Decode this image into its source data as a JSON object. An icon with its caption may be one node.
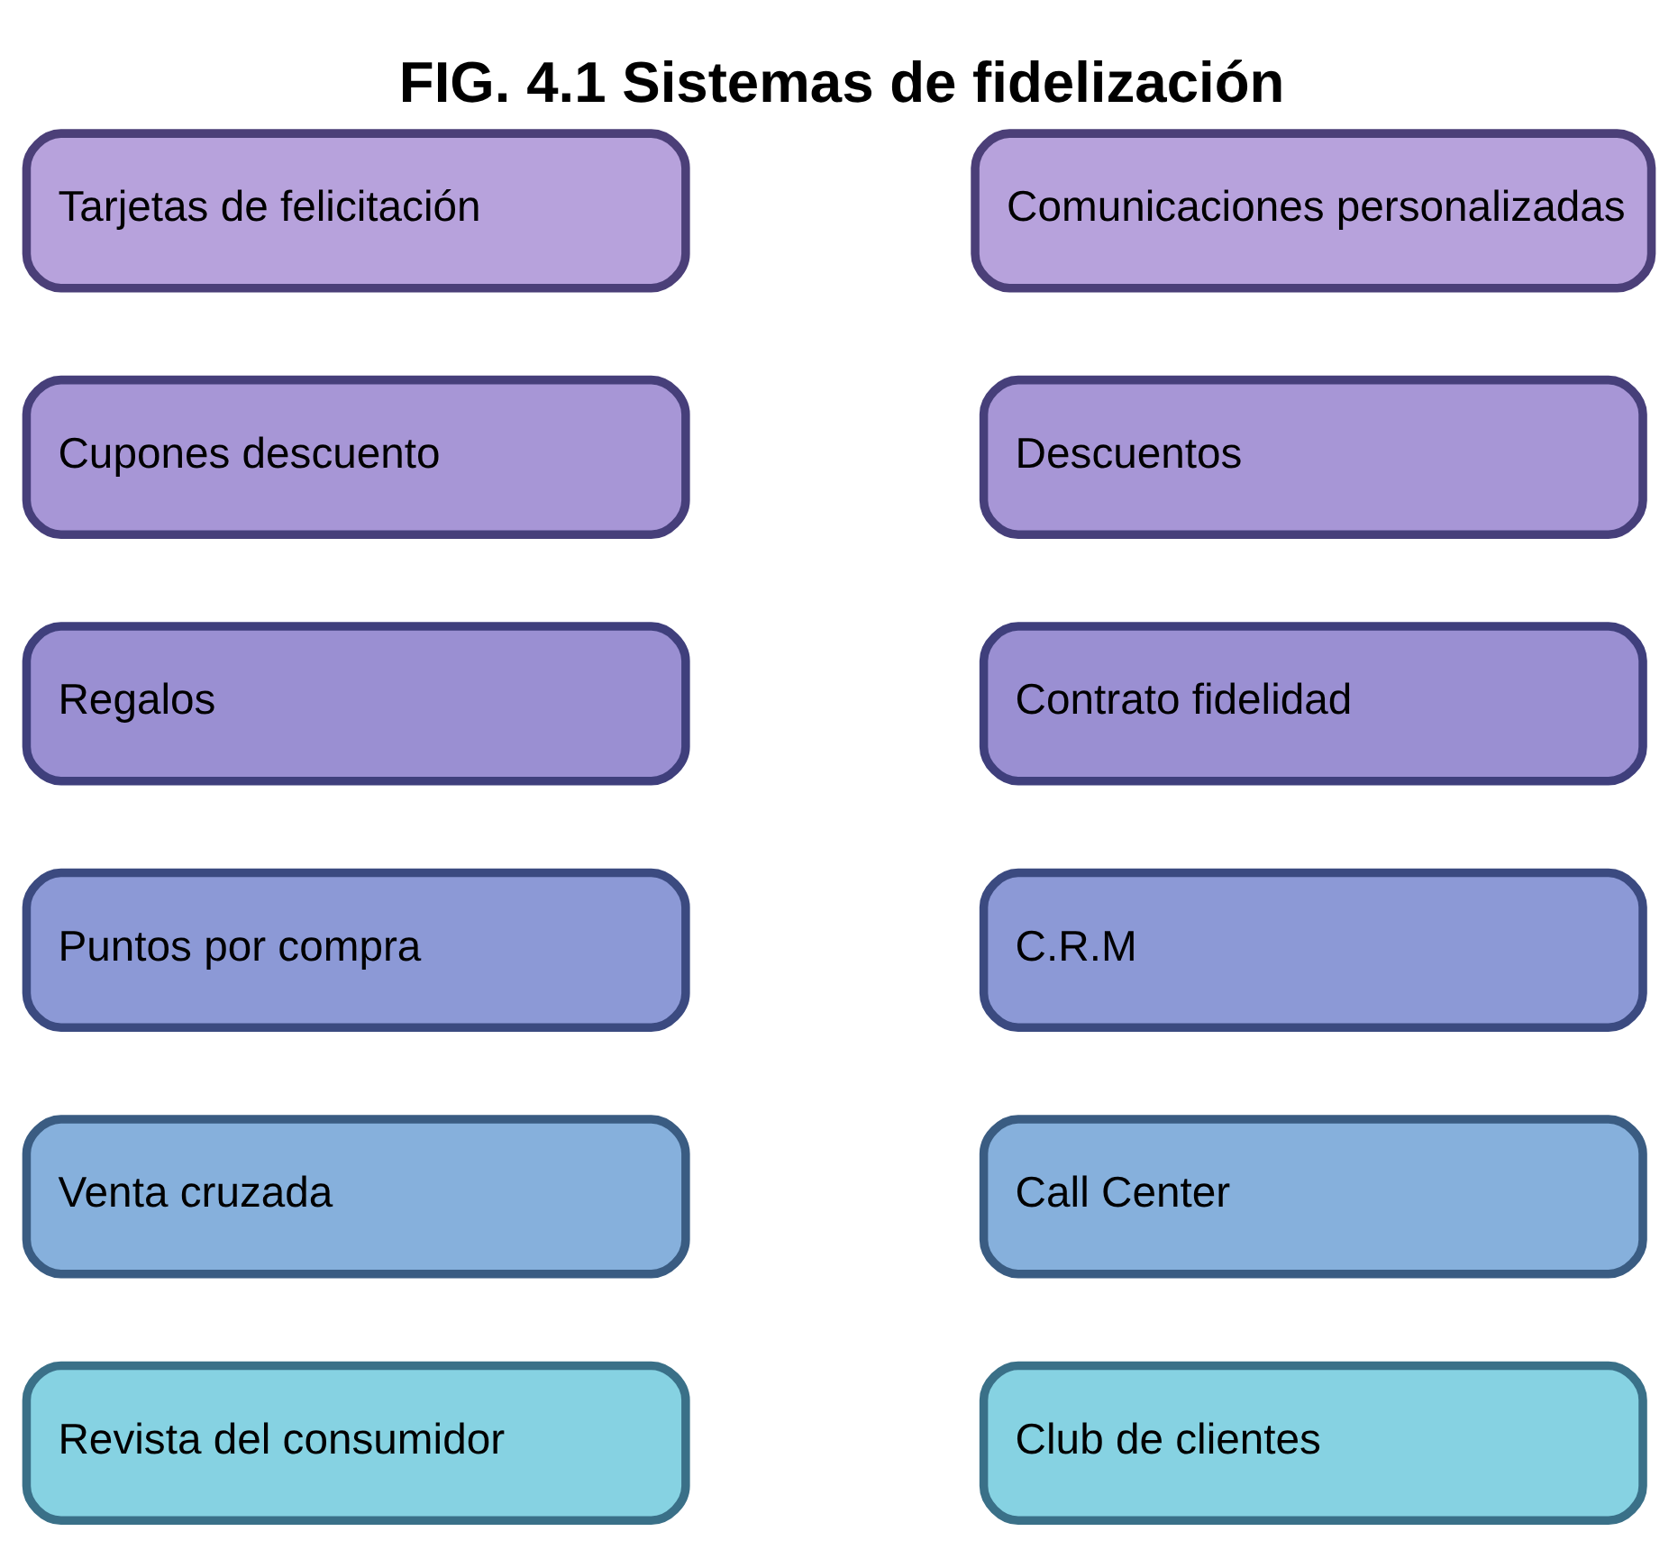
{
  "diagram": {
    "title": "FIG. 4.1 Sistemas de fidelización",
    "nodes": [
      {
        "text": [
          "Tarjetas de felicitación"
        ]
      },
      {
        "text": [
          "Cupones descuento"
        ]
      },
      {
        "text": [
          "Regalos"
        ]
      },
      {
        "text": [
          "Puntos por compra"
        ]
      },
      {
        "text": [
          "Venta cruzada"
        ]
      },
      {
        "text": [
          "Revista del consumidor"
        ]
      },
      {
        "text": [
          "Comunicaciones personalizadas"
        ]
      },
      {
        "text": [
          "Descuentos"
        ]
      },
      {
        "text": [
          "Contrato fidelidad"
        ]
      },
      {
        "text": [
          "C.R.M"
        ]
      },
      {
        "text": [
          "Call Center"
        ]
      },
      {
        "text": [
          "Club de clientes"
        ]
      }
    ]
  }
}
